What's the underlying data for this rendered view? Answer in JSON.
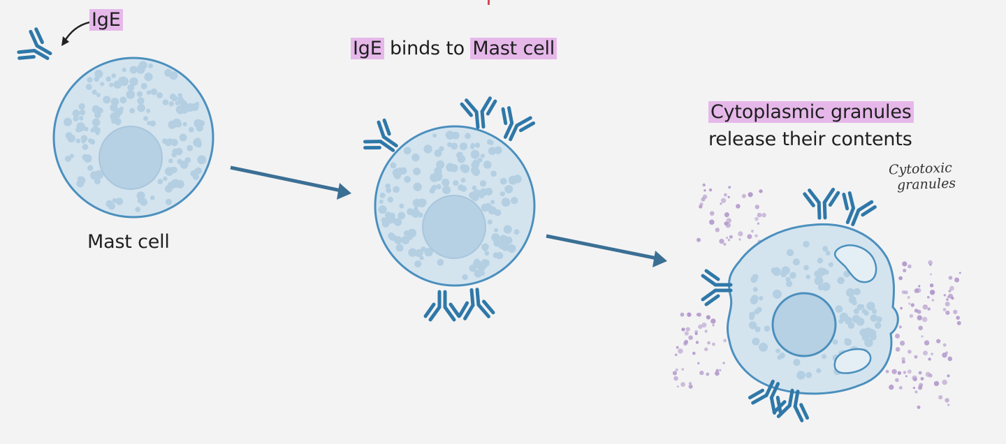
{
  "labels": {
    "ige": "IgE",
    "mast_cell": "Mast cell",
    "binds_ige": "IgE",
    "binds_middle": " binds to ",
    "binds_mast_cell": "Mast cell",
    "granules": "Cytoplasmic granules",
    "release": "release their contents",
    "cytotoxic_line1": "Cytotoxic",
    "cytotoxic_line2": "granules"
  },
  "colors": {
    "cell_fill": "#d3e4ef",
    "cell_stroke": "#4b8fbd",
    "granule": "#b4cfe2",
    "nucleus": "#b6d0e4",
    "antibody": "#2f78a8",
    "arrow": "#3b6f94",
    "highlight": "#e6b8ea",
    "released_granule": "#b39acb"
  }
}
